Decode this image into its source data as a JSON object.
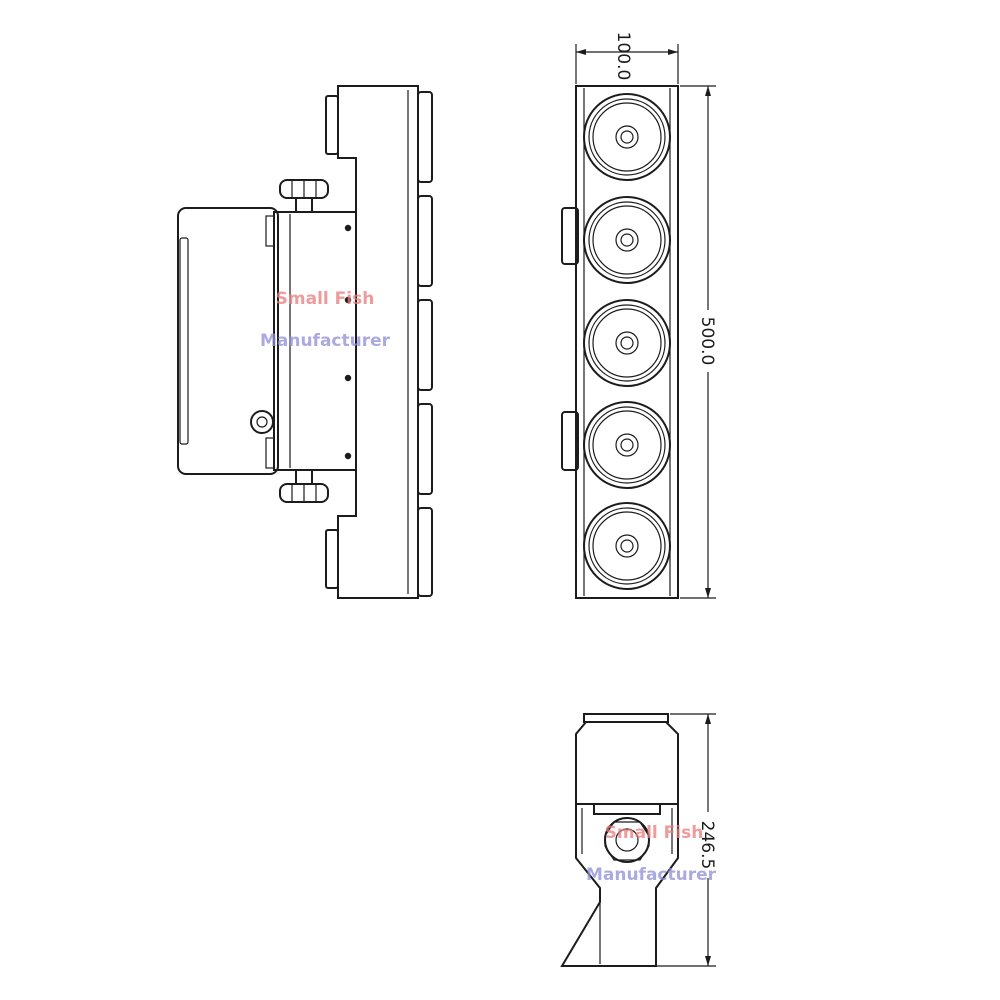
{
  "dimensions": {
    "width": "100.0",
    "length": "500.0",
    "height": "246.5"
  },
  "watermark": {
    "line1": "Small Fish",
    "line2": "Manufacturer"
  },
  "colors": {
    "line": "#1c1c1c",
    "watermark_red": "#e87a7a",
    "watermark_blue": "#8e8ed8"
  },
  "lens_count": 5
}
